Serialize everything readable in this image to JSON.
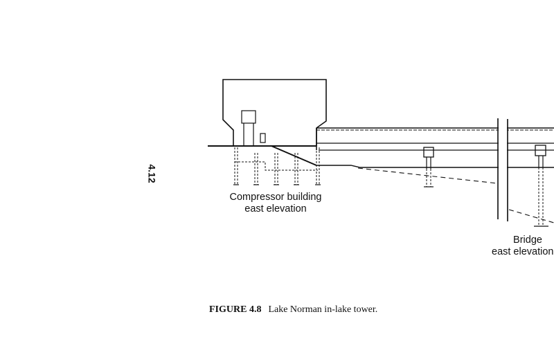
{
  "page_number": "4.12",
  "figure": {
    "label": "FIGURE 4.8",
    "caption": "Lake Norman in-lake tower."
  },
  "diagram": {
    "labels": {
      "compressor_line1": "Compressor building",
      "compressor_line2": "east elevation",
      "bridge_line1": "Bridge",
      "bridge_line2": "east elevation"
    }
  }
}
